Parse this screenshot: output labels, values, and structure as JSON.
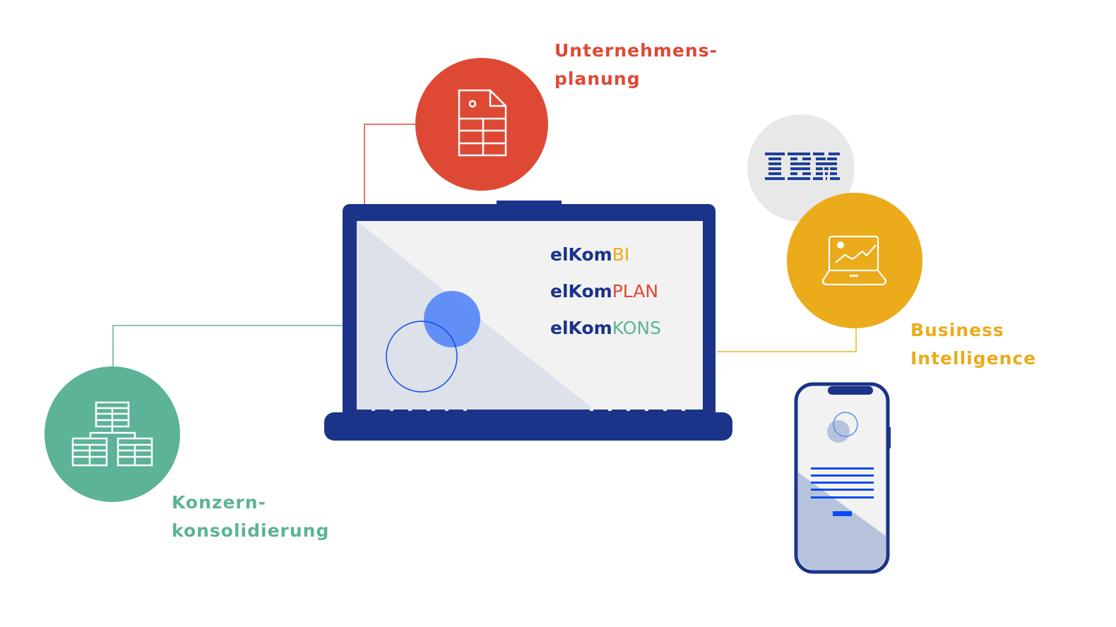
{
  "colors": {
    "navy": "#1b3389",
    "red": "#de4936",
    "green": "#5cb397",
    "yellow": "#ebab1a",
    "grey_circle": "#e8e8e8",
    "screen": "#f2f2f2",
    "screen_shade": "#dde1ea",
    "accent_blue": "#5b8af5",
    "line_blue": "#0a4af0"
  },
  "modules": {
    "planning": {
      "label_line1": "Unternehmens-",
      "label_line2": "planung",
      "icon": "spreadsheet-document-icon"
    },
    "bi": {
      "label_line1": "Business",
      "label_line2": "Intelligence",
      "icon": "laptop-chart-icon"
    },
    "consolidation": {
      "label_line1": "Konzern-",
      "label_line2": "konsolidierung",
      "icon": "hierarchy-tables-icon"
    }
  },
  "partner": {
    "name": "IBM",
    "icon": "ibm-logo"
  },
  "laptop_screen": {
    "products": [
      {
        "prefix": "elKom",
        "suffix": "BI",
        "suffix_color": "#ebab1a"
      },
      {
        "prefix": "elKom",
        "suffix": "PLAN",
        "suffix_color": "#de4936"
      },
      {
        "prefix": "elKom",
        "suffix": "KONS",
        "suffix_color": "#5cb397"
      }
    ]
  },
  "phone": {
    "icon": "smartphone-icon"
  }
}
